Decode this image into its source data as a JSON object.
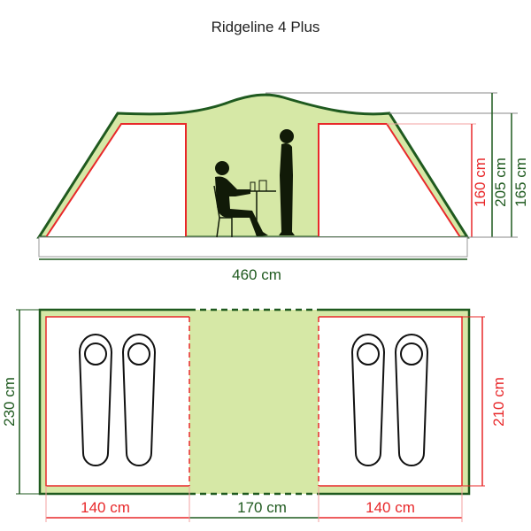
{
  "title": "Ridgeline 4 Plus",
  "side_view": {
    "width_label": "460 cm",
    "bedroom_height_label": "160 cm",
    "peak_height_label": "205 cm",
    "eave_height_label": "165 cm"
  },
  "floor_plan": {
    "depth_label": "230 cm",
    "bedroom_depth_label": "210 cm",
    "left_bedroom_width_label": "140 cm",
    "living_area_width_label": "170 cm",
    "right_bedroom_width_label": "140 cm"
  },
  "colors": {
    "tent_green": "#1f5a1f",
    "fill_green": "#d6e8a6",
    "inner_red": "#e8282a",
    "figure": "#111a08"
  }
}
